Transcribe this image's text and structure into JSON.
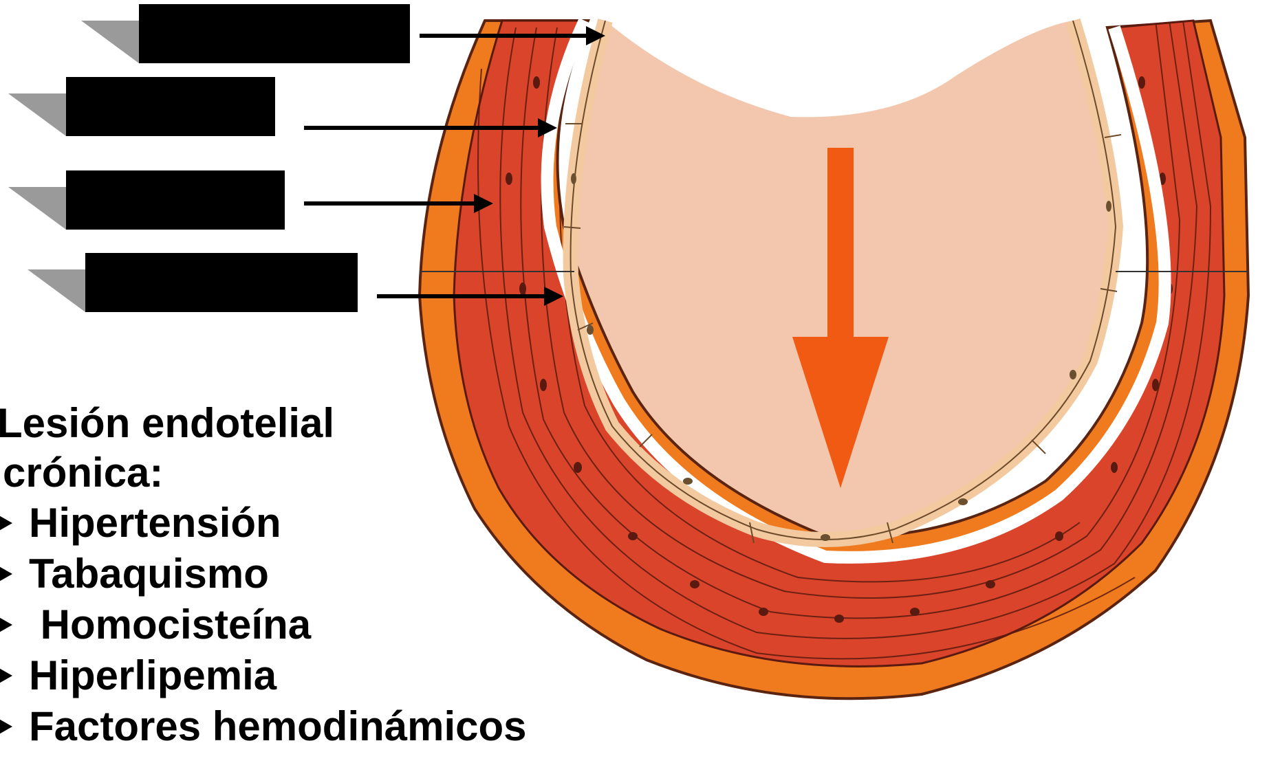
{
  "labels": [
    {
      "id": "label-1",
      "text": ""
    },
    {
      "id": "label-2",
      "text": ""
    },
    {
      "id": "label-3",
      "text": ""
    },
    {
      "id": "label-4",
      "text": ""
    }
  ],
  "colors": {
    "adventitia": "#f07a1e",
    "media": "#d9442a",
    "media_dark": "#a8281c",
    "intima": "#f3c9a0",
    "lumen": "#f2c7ad",
    "flow_arrow": "#f05a12",
    "redaction": "#000000",
    "shadow": "#9a9a9a"
  },
  "text_panel": {
    "title_line1": "Lesión endotelial",
    "title_line2": "crónica:",
    "factors": [
      "Hipertensión",
      "Tabaquismo",
      " Homocisteína",
      "Hiperlipemia",
      "Factores hemodinámicos"
    ]
  }
}
